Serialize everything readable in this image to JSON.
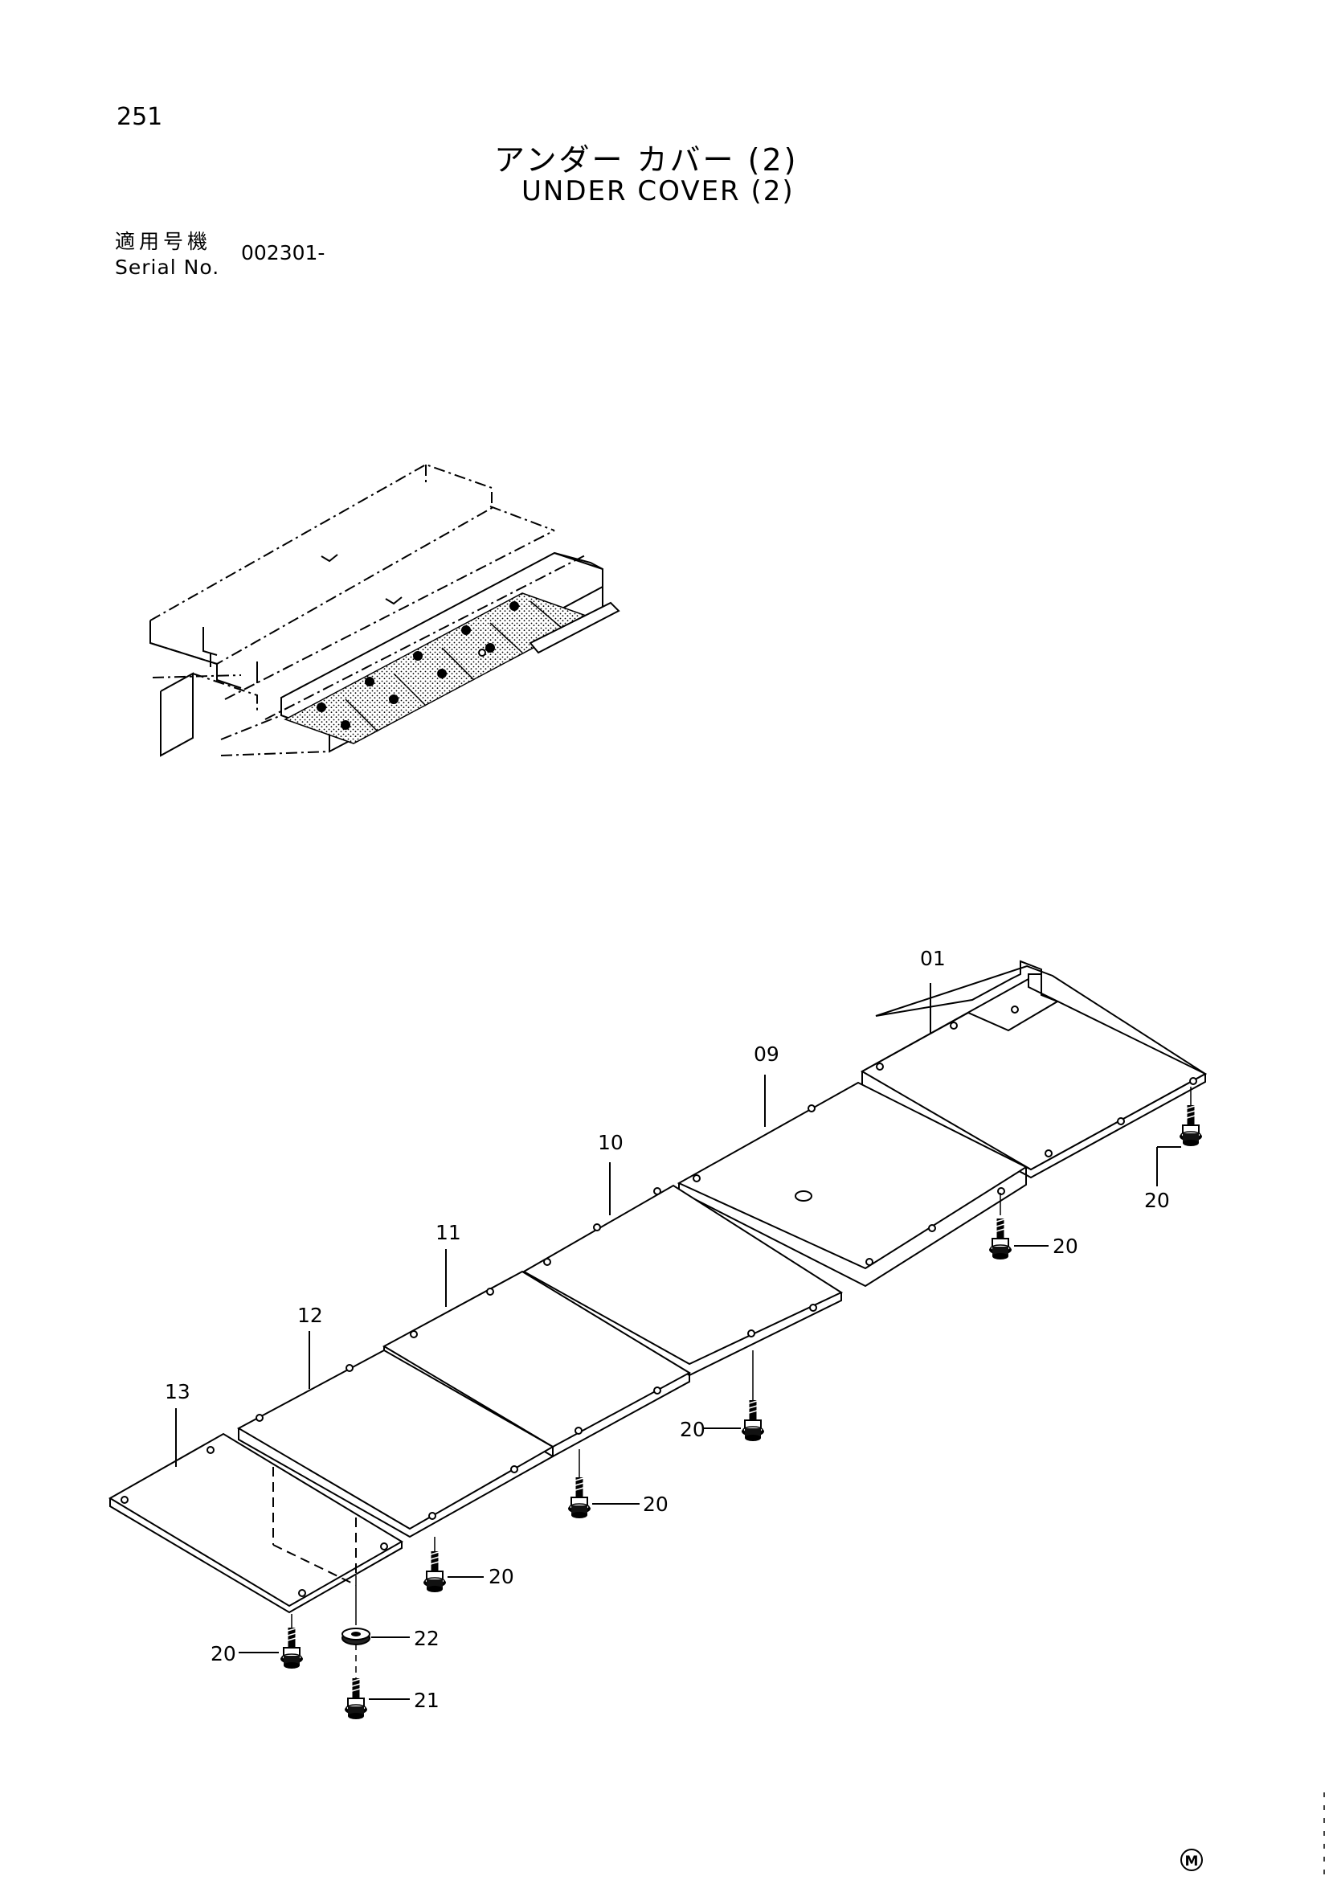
{
  "page": {
    "number": "251",
    "title_jp": "アンダー カバー (2)",
    "title_en": "UNDER COVER (2)",
    "serial_label_jp": "適用号機",
    "serial_label_en": "Serial No.",
    "serial_value": "002301-"
  },
  "callouts": {
    "p01": "01",
    "p09": "09",
    "p10": "10",
    "p11": "11",
    "p12": "12",
    "p13": "13",
    "bolt": "20",
    "bolt_with_washer": "21",
    "washer": "22"
  },
  "mark": "M"
}
